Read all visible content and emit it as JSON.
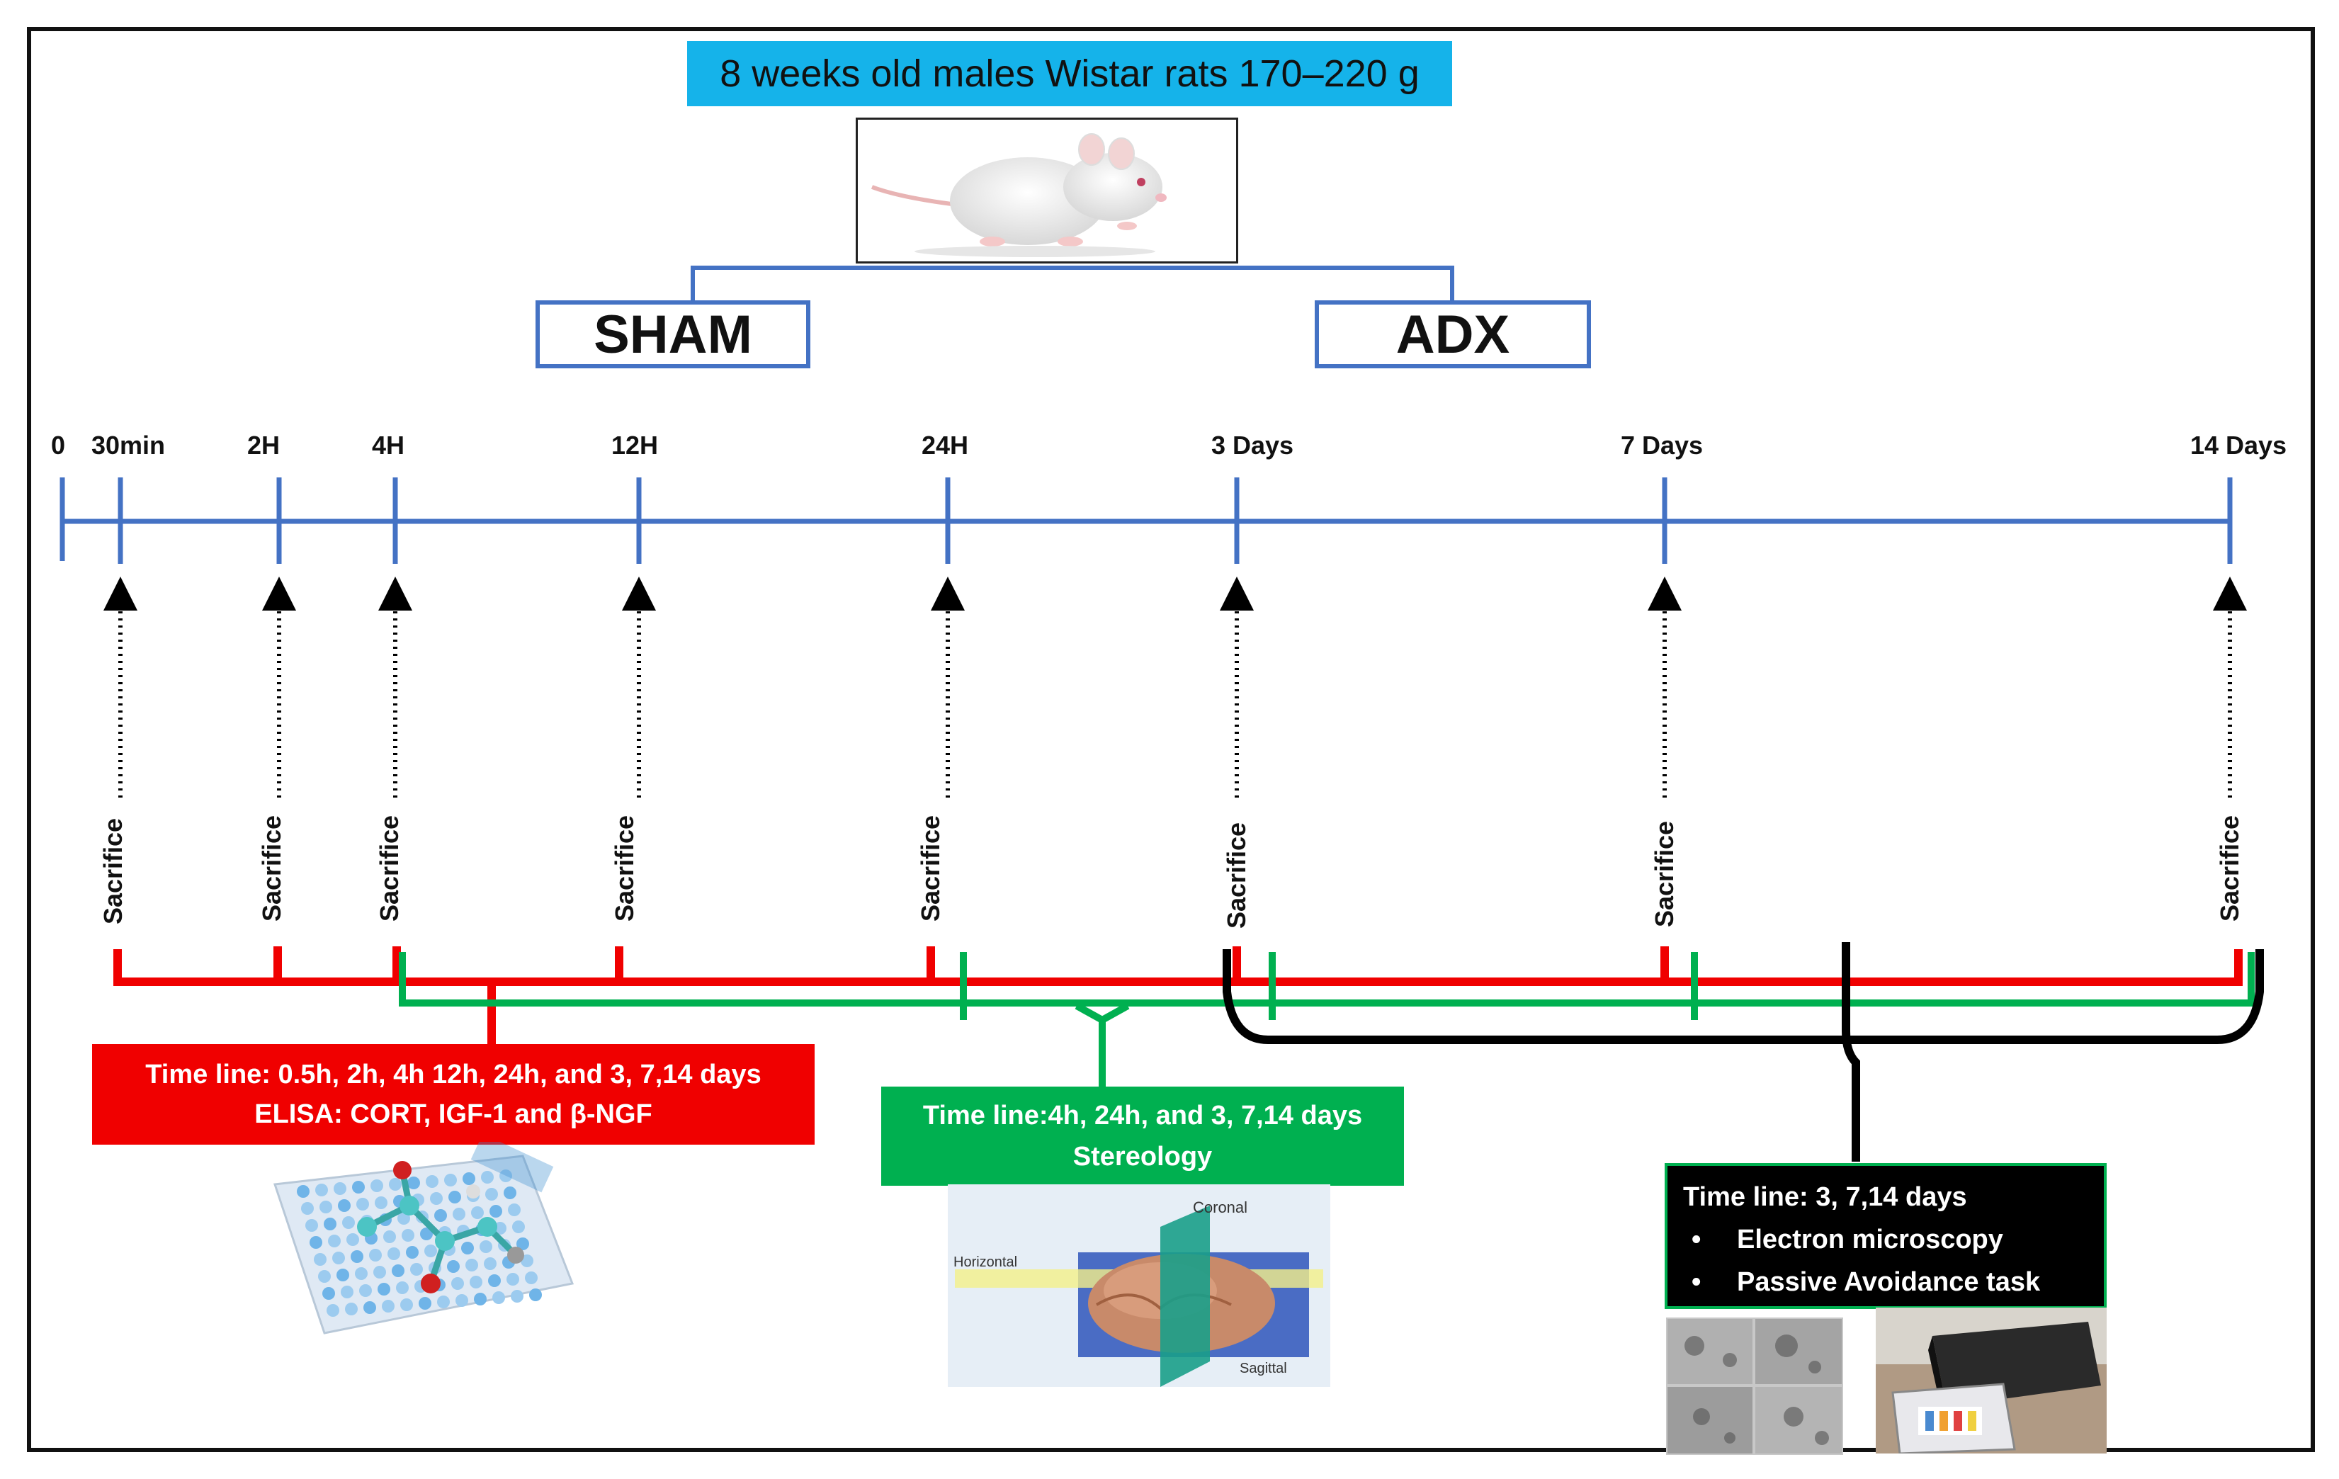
{
  "title": "8 weeks old males Wistar rats 170–220 g",
  "groups": {
    "sham": "SHAM",
    "adx": "ADX"
  },
  "timeline": {
    "zero_label": "0",
    "ticks": [
      "30min",
      "2H",
      "4H",
      "12H",
      "24H",
      "3 Days",
      "7 Days",
      "14 Days"
    ],
    "sacrifice_label": "Sacrifice"
  },
  "red_box": {
    "line1": "Time line: 0.5h, 2h, 4h 12h, 24h, and 3, 7,14 days",
    "line2": "ELISA: CORT, IGF-1 and β-NGF"
  },
  "green_box": {
    "line1": "Time line:4h, 24h, and 3, 7,14 days",
    "line2": "Stereology"
  },
  "black_box": {
    "title": "Time line: 3, 7,14 days",
    "items": [
      "Electron microscopy",
      "Passive  Avoidance task"
    ]
  },
  "brain_labels": {
    "coronal": "Coronal",
    "horizontal": "Horizontal",
    "sagittal": "Sagittal"
  },
  "colors": {
    "timeline": "#4472c4",
    "red": "#f00000",
    "green": "#00b050",
    "black": "#000000",
    "title_bg": "#15b3ea"
  },
  "icons": [
    "rat-photo",
    "elisa-plate-photo",
    "brain-planes-image",
    "electron-micrograph-photo",
    "avoidance-apparatus-photo"
  ]
}
